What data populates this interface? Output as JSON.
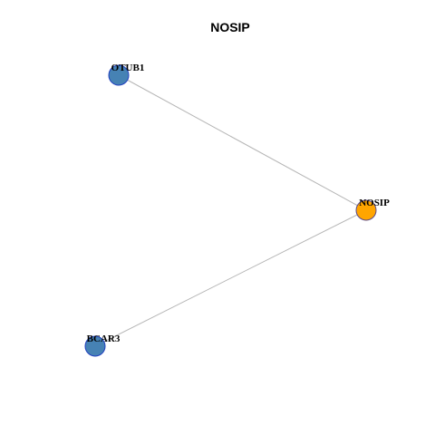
{
  "title": "NOSIP",
  "nodes": [
    {
      "id": "OTUB1",
      "label": "OTUB1",
      "color": "#4682b4",
      "stroke": "#1f3fbf"
    },
    {
      "id": "NOSIP",
      "label": "NOSIP",
      "color": "#ffa500",
      "stroke": "#5a4a8a"
    },
    {
      "id": "BCAR3",
      "label": "BCAR3",
      "color": "#4682b4",
      "stroke": "#1f3fbf"
    }
  ],
  "edges": [
    {
      "source": "OTUB1",
      "target": "NOSIP"
    },
    {
      "source": "BCAR3",
      "target": "NOSIP"
    }
  ]
}
